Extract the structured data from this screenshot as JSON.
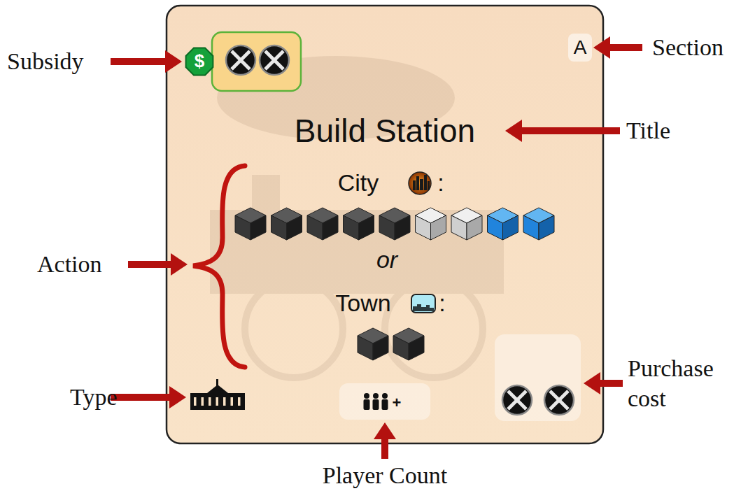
{
  "diagram": {
    "nodes": [
      {
        "text": [
          "$",
          "A",
          "Build Station",
          "City",
          ":",
          "or",
          "Town",
          ":",
          "+"
        ]
      }
    ],
    "labels": [
      "Subsidy",
      "Section",
      "Title",
      "Action",
      "Type",
      "Purchase cost",
      "Player Count"
    ]
  }
}
